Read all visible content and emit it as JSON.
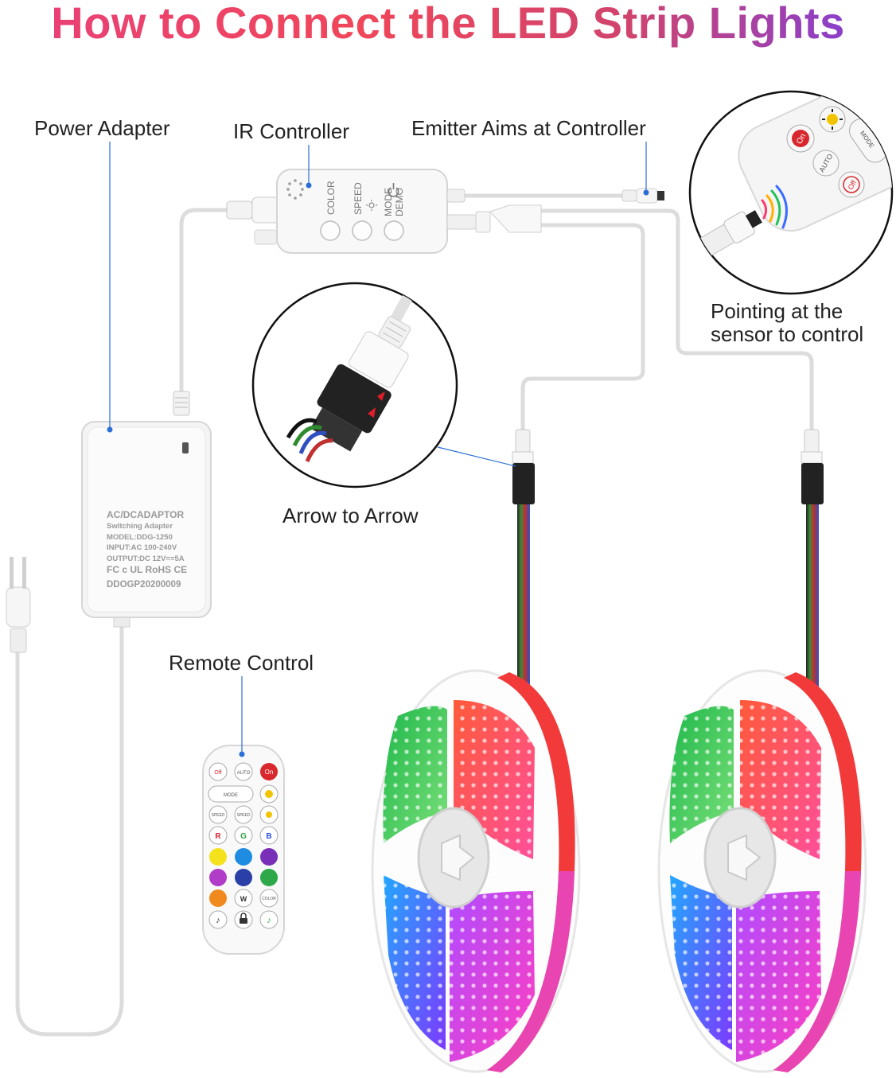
{
  "title": "How to Connect the LED Strip Lights",
  "labels": {
    "power_adapter": "Power Adapter",
    "ir_controller": "IR Controller",
    "emitter": "Emitter Aims at Controller",
    "pointing": "Pointing at the sensor to control",
    "arrow_to_arrow": "Arrow to Arrow",
    "remote_control": "Remote Control"
  },
  "controller_buttons": {
    "color": "COLOR",
    "speed": "SPEED",
    "mode": "MODE",
    "demo": "DEMO"
  },
  "adapter_text": {
    "line1": "AC/DCADAPTOR",
    "line2": "Switching Adapter",
    "line3": "MODEL:DDG-1250",
    "line4": "INPUT:AC 100-240V",
    "line5": "OUTPUT:DC 12V==5A",
    "line6": "FC c UL RoHS CE",
    "line7": "DDOGP20200009"
  },
  "remote_zoom": {
    "on": "On",
    "off": "Off",
    "auto": "AUTO",
    "mode": "MODE"
  },
  "remote_keys": {
    "off": "Off",
    "auto": "AUTO",
    "on": "On",
    "mode": "MODE",
    "speed1": "SPEED",
    "speed2": "SPEED",
    "r": "R",
    "g": "G",
    "b": "B",
    "w": "W",
    "color": "COLOR"
  },
  "colors": {
    "leader": "#2a6fd6",
    "title_start": "#e8407a",
    "title_end": "#7a3ee0"
  }
}
